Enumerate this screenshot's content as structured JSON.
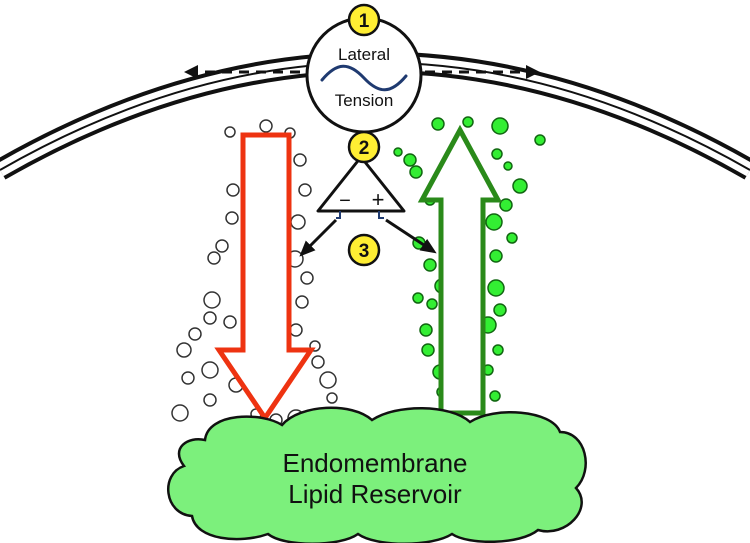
{
  "sensor": {
    "line1": "Lateral",
    "line2": "Tension"
  },
  "markers": [
    "1",
    "2",
    "3"
  ],
  "comparator": {
    "minus": "−",
    "plus": "+"
  },
  "reservoir": {
    "line1": "Endomembrane",
    "line2": "Lipid Reservoir"
  },
  "colors": {
    "membrane_stroke": "#111111",
    "marker_fill": "#ffee33",
    "down_arrow": "#ee3311",
    "up_arrow": "#2a8a1a",
    "vesicle_green": "#33ee33",
    "reservoir_fill": "#7cf07c",
    "comparator_lead": "#1f3a70"
  }
}
